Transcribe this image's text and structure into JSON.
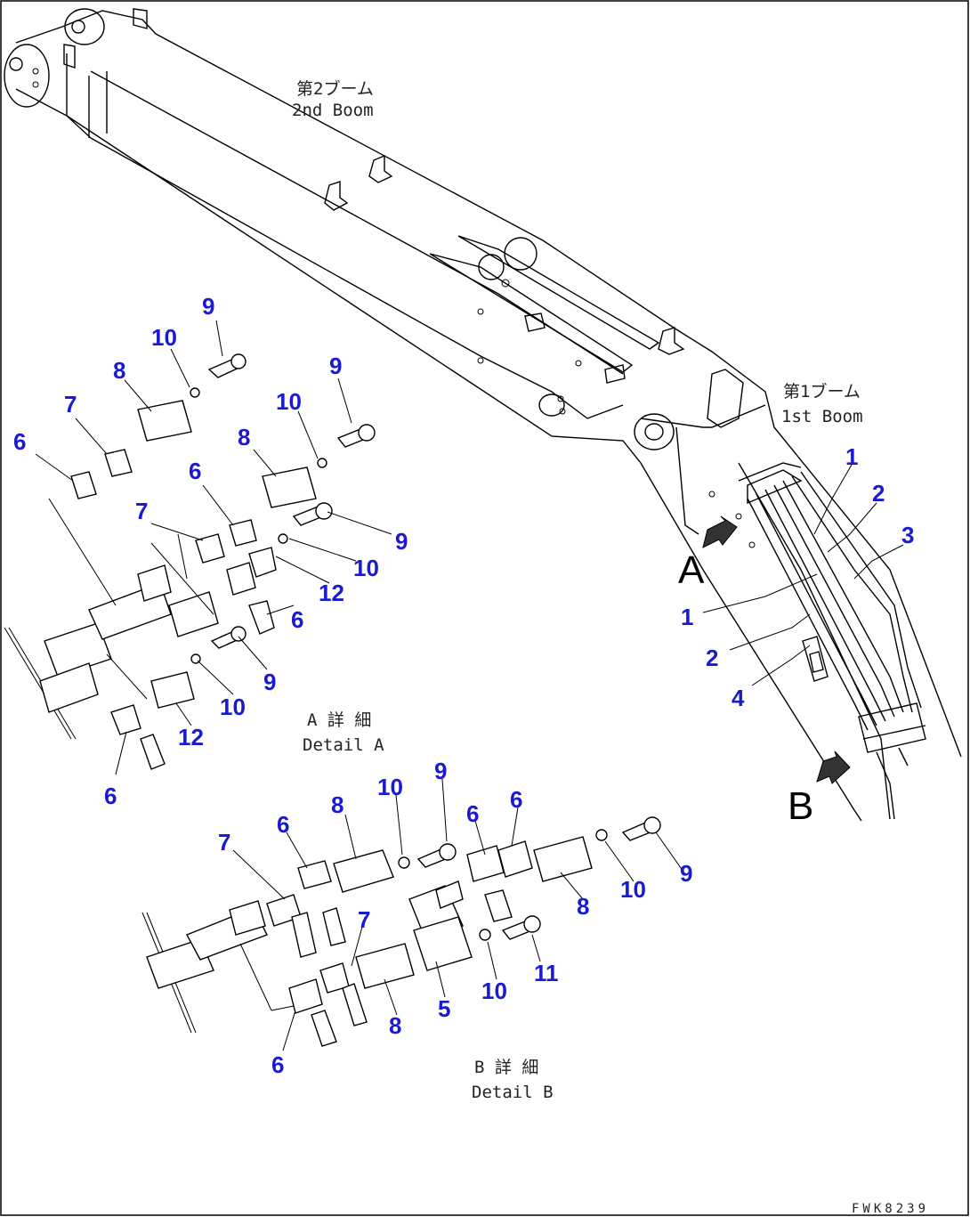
{
  "labels": {
    "boom2_jp": "第2ブーム",
    "boom2_en": "2nd Boom",
    "boom1_jp": "第1ブーム",
    "boom1_en": "1st Boom",
    "view_a": "A",
    "view_b": "B",
    "detail_a_jp": "A 詳 細",
    "detail_a_en": "Detail A",
    "detail_b_jp": "B 詳 細",
    "detail_b_en": "Detail B",
    "drawing_code": "FWK8239"
  },
  "callouts": {
    "main": [
      "1",
      "2",
      "3",
      "1",
      "2",
      "4"
    ],
    "detail_a": [
      "9",
      "10",
      "8",
      "7",
      "6",
      "9",
      "10",
      "8",
      "6",
      "7",
      "9",
      "10",
      "12",
      "6",
      "9",
      "10",
      "12",
      "6"
    ],
    "detail_b": [
      "10",
      "9",
      "7",
      "6",
      "8",
      "6",
      "6",
      "9",
      "10",
      "8",
      "7",
      "11",
      "10",
      "8",
      "5",
      "6"
    ]
  }
}
